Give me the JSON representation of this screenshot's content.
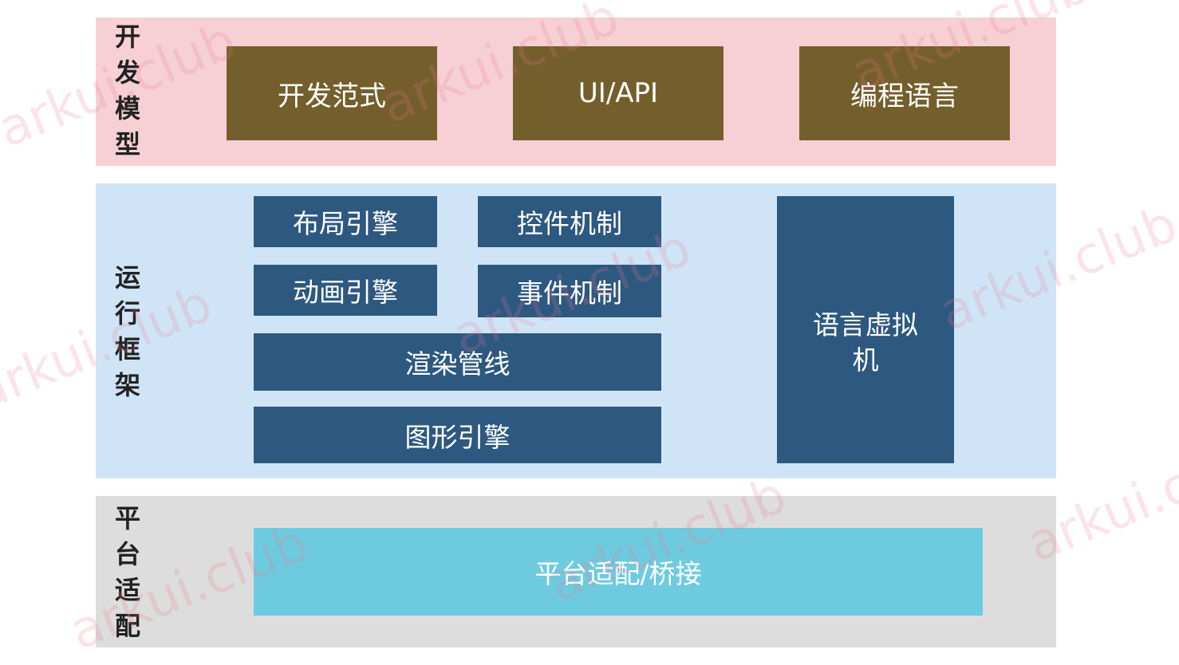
{
  "layers": {
    "dev": {
      "title": "开发模型",
      "boxes": [
        "开发范式",
        "UI/API",
        "编程语言"
      ]
    },
    "runtime": {
      "title": "运行框架",
      "boxes": [
        "布局引擎",
        "控件机制",
        "动画引擎",
        "事件机制",
        "渲染管线",
        "图形引擎",
        "语言虚拟机"
      ]
    },
    "platform": {
      "title": "平台适配",
      "boxes": [
        "平台适配/桥接"
      ]
    }
  },
  "watermark": "arkui.club",
  "colors": {
    "dev_bg": "#f7d0d6",
    "runtime_bg": "#cfe5f7",
    "platform_bg": "#dddddd",
    "brown_box": "#745f2c",
    "navy_box": "#2d5880",
    "cyan_box": "#6ecbdf"
  }
}
